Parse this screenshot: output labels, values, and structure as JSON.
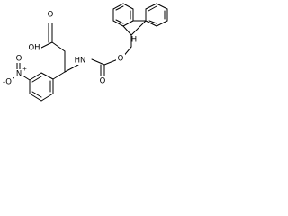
{
  "molecule": {
    "labels": {
      "acid_oh": "OH",
      "acid_o": "O",
      "ester_o": "O",
      "carbonyl_o": "O",
      "nh": "HN",
      "nitro_n": "N",
      "nitro_o_top": "O",
      "nitro_o_minus": "-O",
      "nitro_plus": "+",
      "stereo_h": "H"
    }
  }
}
